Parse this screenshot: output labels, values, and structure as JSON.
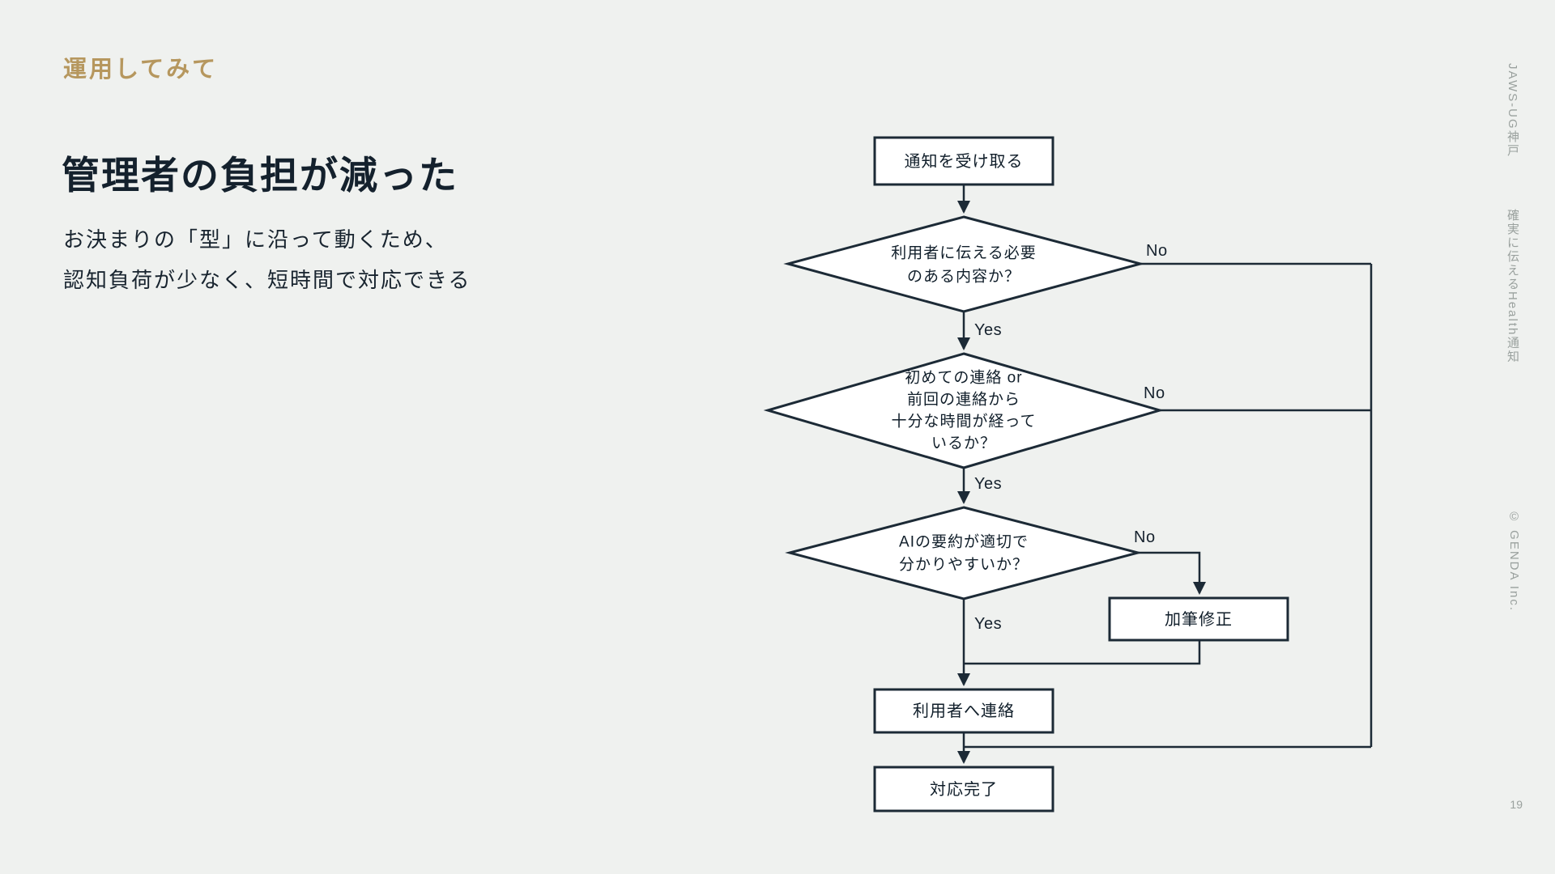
{
  "colors": {
    "background": "#eff1ef",
    "accent_gold": "#b6975e",
    "ink": "#14212d",
    "flow_line": "#1c2a36",
    "muted_gray": "#9aa19e"
  },
  "header": {
    "kicker": "運用してみて",
    "title": "管理者の負担が減った",
    "body_line1": "お決まりの「型」に沿って動くため、",
    "body_line2": "認知負荷が少なく、短時間で対応できる"
  },
  "sidebar": {
    "event_name": "JAWS-UG神戸",
    "talk_title": "確実に伝えるHealth通知",
    "copyright": "© GENDA Inc.",
    "page_number": "19"
  },
  "flowchart": {
    "nodes": {
      "start": "通知を受け取る",
      "decision1": [
        "利用者に伝える必要",
        "のある内容か？"
      ],
      "decision2": [
        "初めての連絡 or",
        "前回の連絡から",
        "十分な時間が経って",
        "いるか？"
      ],
      "decision3": [
        "AIの要約が適切で",
        "分かりやすいか？"
      ],
      "edit": "加筆修正",
      "contact": "利用者へ連絡",
      "done": "対応完了"
    },
    "labels": {
      "yes": "Yes",
      "no": "No"
    }
  }
}
